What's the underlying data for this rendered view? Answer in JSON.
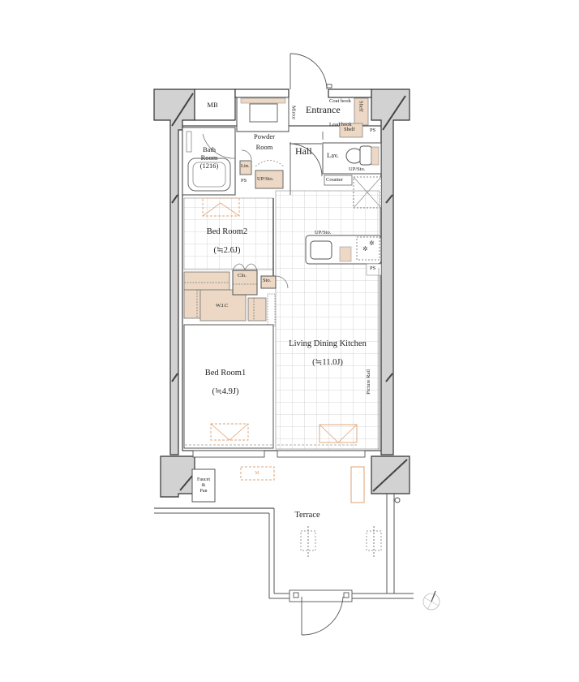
{
  "colors": {
    "wall_fill": "#d2d2d2",
    "wall_stroke": "#333333",
    "storage_fill": "#ecd8c4",
    "grid_line": "#cccccc",
    "dashed_accent": "#e0a070",
    "line": "#555555"
  },
  "rooms": {
    "entrance": "Entrance",
    "powder_room_line1": "Powder",
    "powder_room_line2": "Room",
    "bath_room_line1": "Bath",
    "bath_room_line2": "Room",
    "bath_room_size": "(1216)",
    "hall": "Hall",
    "lav": "Lav.",
    "bed_room2": "Bed Room2",
    "bed_room2_size": "(≒2.6J)",
    "bed_room1": "Bed Room1",
    "bed_room1_size": "(≒4.9J)",
    "ldk": "Living Dining Kitchen",
    "ldk_size": "(≒11.0J)",
    "terrace": "Terrace"
  },
  "fixtures": {
    "mb": "MB",
    "mirror": "Mirror",
    "coat_hook": "Coat hook",
    "lead_hook": "Lead hook",
    "shelf_vertical": "Shelf",
    "shelf": "Shelf",
    "ps_entrance": "PS",
    "ps_bath": "PS",
    "ps_kitchen": "PS",
    "lin": "Lin.",
    "up_sto_powder": "UP/Sto.",
    "up_sto_lav": "UP/Sto.",
    "up_sto_kitchen": "UP/Sto.",
    "counter": "Counter",
    "clo": "Clo.",
    "sto": "Sto.",
    "wic": "W.I.C",
    "picture_rail": "Picture Rail",
    "faucet_line1": "Faucet",
    "faucet_line2": "&",
    "faucet_line3": "Pan",
    "m_unit": "M"
  },
  "compass": {
    "icon": "north-arrow-icon"
  }
}
